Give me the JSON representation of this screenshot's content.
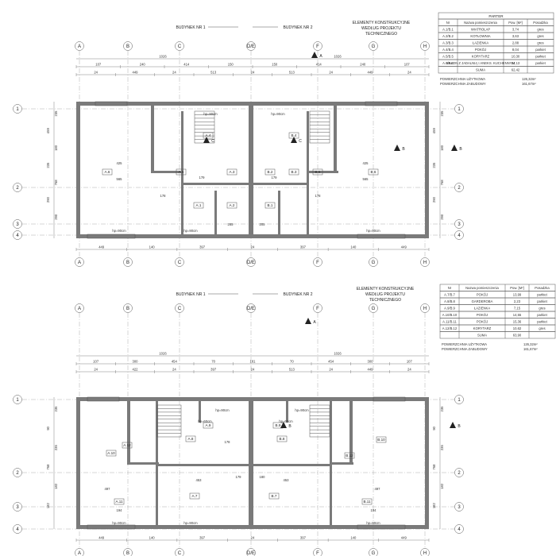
{
  "plans": [
    {
      "id": "parter",
      "building_labels": [
        "BUDYNEK NR 1",
        "BUDYNEK NR 2"
      ],
      "header": [
        "ELEMENTY KONSTRUKCYJNE",
        "WEDŁUG PROJEKTU",
        "TECHNICZNEGO"
      ],
      "table": {
        "title": "PARTER",
        "columns": [
          "Nr",
          "Nazwa pomieszczenia",
          "Pow. [M²]",
          "Posadzka"
        ],
        "rows": [
          [
            "A.1/B.1",
            "WIATROŁAP",
            "3,74",
            "gres"
          ],
          [
            "A.2/B.2",
            "KOTŁOWNIA",
            "3,63",
            "gres"
          ],
          [
            "A.3/B.3",
            "ŁAZIENKA",
            "2,88",
            "gres"
          ],
          [
            "A.4/B.4",
            "POKÓJ",
            "8,04",
            "parkiet"
          ],
          [
            "A.5/B.5",
            "KORYTARZ",
            "10,30",
            "parkiet"
          ],
          [
            "A.6/B.6",
            "SALON Z JADALNIĄ I ANEKS. KUCHENNYM",
            "34,13",
            "parkiet"
          ],
          [
            "",
            "SUMA",
            "62,42",
            ""
          ]
        ]
      },
      "area_lines": [
        "POWIERZCHNIA UŻYTKOWA",
        "POWIERZCHNIA ZABUDOWY"
      ],
      "area_values": [
        "126,32m²",
        "161,67m²"
      ],
      "axes_top": [
        "A",
        "B",
        "C",
        "D/E",
        "F",
        "G",
        "H"
      ],
      "axes_side": [
        "1",
        "2",
        "3",
        "4"
      ],
      "overall_dim": [
        "1026",
        "1026"
      ],
      "dims_row1": [
        "107",
        "240",
        "414",
        "150",
        "150",
        "414",
        "240",
        "107"
      ],
      "dims_row2": [
        "24",
        "449",
        "24",
        "513",
        "24",
        "513",
        "24",
        "449",
        "24"
      ],
      "dims_bottom": [
        "449",
        "140",
        "397",
        "24",
        "397",
        "140",
        "449"
      ],
      "rooms": [
        "A.6",
        "A.5",
        "A.4",
        "A.3",
        "A.2",
        "A.1",
        "B.1",
        "B.2",
        "B.3",
        "B.4",
        "B.5",
        "B.6"
      ],
      "section_marks": [
        "C",
        "C",
        "B",
        "B",
        "A"
      ],
      "heights": [
        "hp=90cm",
        "hp=90cm",
        "hp=90cm",
        "hp=90cm",
        "hp=90cm"
      ],
      "side_dims": [
        "235",
        "459",
        "180",
        "235",
        "768",
        "290",
        "290"
      ],
      "inner_dims": [
        "425",
        "425",
        "565",
        "565",
        "179",
        "179",
        "285",
        "205",
        "178",
        "178"
      ]
    },
    {
      "id": "pietro",
      "building_labels": [
        "BUDYNEK NR 1",
        "BUDYNEK NR 2"
      ],
      "header": [
        "ELEMENTY KONSTRUKCYJNE",
        "WEDŁUG PROJEKTU",
        "TECHNICZNEGO"
      ],
      "table": {
        "title": "",
        "columns": [
          "Nr",
          "Nazwa pomieszczenia",
          "Pow. [M²]",
          "Posadzka"
        ],
        "rows": [
          [
            "A.7/B.7",
            "POKÓJ",
            "13,99",
            "parkiet"
          ],
          [
            "A.8/B.8",
            "GARDEROBA",
            "2,23",
            "parkiet"
          ],
          [
            "A.9/B.9",
            "ŁAZIENKA",
            "7,15",
            "gres"
          ],
          [
            "A.10/B.10",
            "POKÓJ",
            "14,55",
            "parkiet"
          ],
          [
            "A.11/B.11",
            "POKÓJ",
            "15,36",
            "parkiet"
          ],
          [
            "A.12/B.12",
            "KORYTARZ",
            "10,62",
            "gres"
          ],
          [
            "",
            "SUMA",
            "63,90",
            ""
          ]
        ]
      },
      "area_lines": [
        "POWIERZCHNIA UŻYTKOWA",
        "POWIERZCHNIA ZABUDOWY"
      ],
      "area_values": [
        "126,32m²",
        "161,67m²"
      ],
      "axes_top": [
        "A",
        "B",
        "C",
        "D/E",
        "F",
        "G",
        "H"
      ],
      "axes_side": [
        "1",
        "2",
        "3",
        "4"
      ],
      "overall_dim": [
        "1026",
        "1026"
      ],
      "dims_row1": [
        "107",
        "300",
        "454",
        "70",
        "181",
        "70",
        "454",
        "300",
        "107"
      ],
      "dims_row2": [
        "24",
        "422",
        "24",
        "397",
        "24",
        "513",
        "24",
        "449",
        "24"
      ],
      "dims_bottom": [
        "449",
        "140",
        "397",
        "24",
        "397",
        "140",
        "449"
      ],
      "rooms": [
        "A.10",
        "A.9",
        "A.8",
        "A.12",
        "A.11",
        "A.7",
        "B.7",
        "B.8",
        "B.9",
        "B.10",
        "B.11",
        "B.12"
      ],
      "section_marks": [
        "B",
        "B",
        "A"
      ],
      "heights": [
        "hp=90cm",
        "hp=90cm",
        "hp=60cm",
        "hp=90cm",
        "hp=90cm",
        "hp=90cm",
        "hp=60cm"
      ],
      "side_dims": [
        "235",
        "90",
        "235",
        "768",
        "182",
        "182"
      ],
      "inner_dims": [
        "497",
        "497",
        "453",
        "453",
        "194",
        "194",
        "178",
        "179",
        "180"
      ]
    }
  ]
}
